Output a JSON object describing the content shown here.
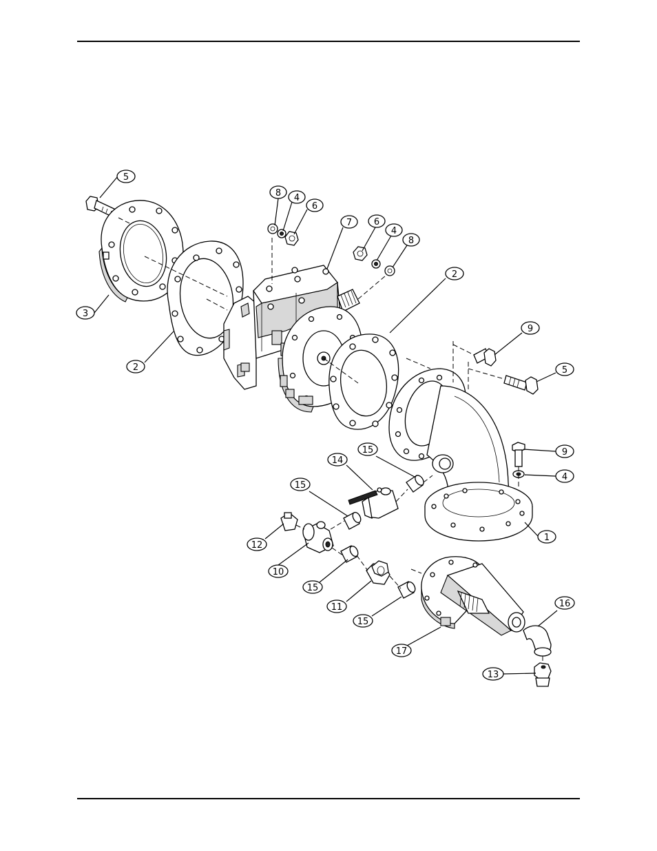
{
  "callouts": [
    {
      "id": "c5a",
      "label": "5"
    },
    {
      "id": "c8a",
      "label": "8"
    },
    {
      "id": "c4a",
      "label": "4"
    },
    {
      "id": "c6a",
      "label": "6"
    },
    {
      "id": "c7",
      "label": "7"
    },
    {
      "id": "c6b",
      "label": "6"
    },
    {
      "id": "c4b",
      "label": "4"
    },
    {
      "id": "c8b",
      "label": "8"
    },
    {
      "id": "c2a",
      "label": "2"
    },
    {
      "id": "c3",
      "label": "3"
    },
    {
      "id": "c2b",
      "label": "2"
    },
    {
      "id": "c9a",
      "label": "9"
    },
    {
      "id": "c5b",
      "label": "5"
    },
    {
      "id": "c9b",
      "label": "9"
    },
    {
      "id": "c4c",
      "label": "4"
    },
    {
      "id": "c15a",
      "label": "15"
    },
    {
      "id": "c14",
      "label": "14"
    },
    {
      "id": "c15b",
      "label": "15"
    },
    {
      "id": "c1",
      "label": "1"
    },
    {
      "id": "c12",
      "label": "12"
    },
    {
      "id": "c10",
      "label": "10"
    },
    {
      "id": "c15c",
      "label": "15"
    },
    {
      "id": "c11",
      "label": "11"
    },
    {
      "id": "c15d",
      "label": "15"
    },
    {
      "id": "c16",
      "label": "16"
    },
    {
      "id": "c17",
      "label": "17"
    },
    {
      "id": "c13",
      "label": "13"
    }
  ]
}
